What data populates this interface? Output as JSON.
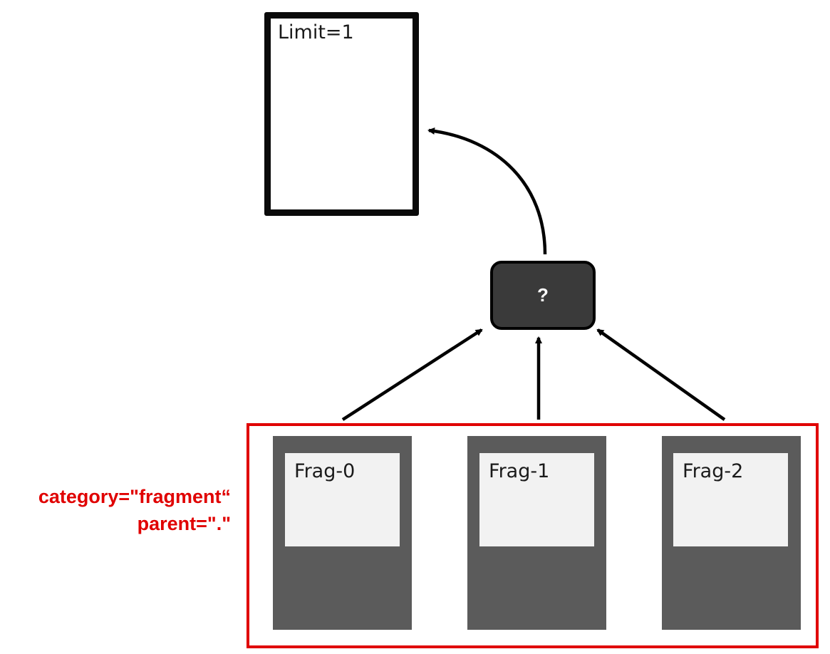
{
  "limit_node": {
    "label": "Limit=1"
  },
  "query_node": {
    "label": "?"
  },
  "fragments": [
    {
      "label": "Frag-0"
    },
    {
      "label": "Frag-1"
    },
    {
      "label": "Frag-2"
    }
  ],
  "annotation": {
    "line1": "category=\"fragment“",
    "line2": "parent=\".\""
  },
  "colors": {
    "highlight": "#e00000",
    "node_dark": "#3a3a3a",
    "fragment_dark": "#5b5b5b",
    "fragment_light": "#f2f2f2"
  }
}
